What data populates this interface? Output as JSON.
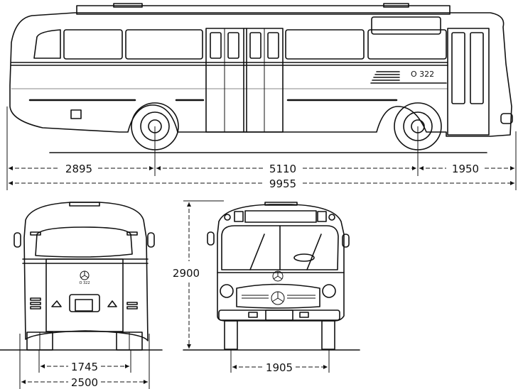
{
  "title": "Mercedes-Benz O 322 dimensional drawing",
  "side_view": {
    "model_badge": "O 322",
    "dimensions": {
      "rear_overhang": "2895",
      "wheelbase": "5110",
      "front_overhang": "1950",
      "overall_length": "9955"
    }
  },
  "rear_view": {
    "model_badge": "O 322",
    "dimensions": {
      "track": "1745",
      "overall_width": "2500"
    }
  },
  "front_view": {
    "dimensions": {
      "height": "2900",
      "track": "1905"
    }
  },
  "colors": {
    "ink": "#111111",
    "paper": "#ffffff"
  }
}
